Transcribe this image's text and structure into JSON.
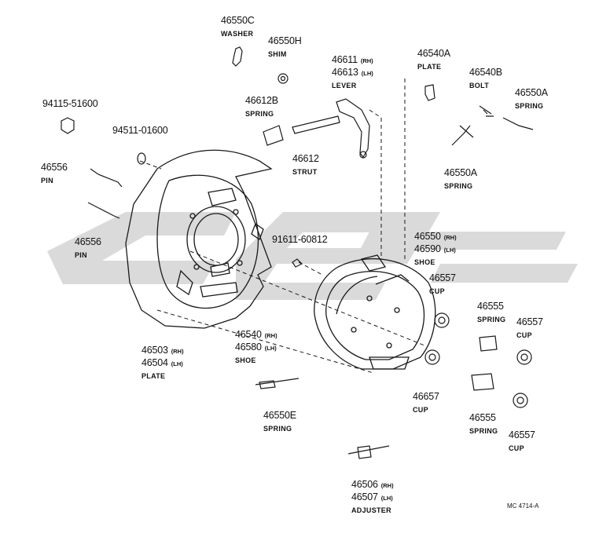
{
  "watermark": "CE",
  "ref_code": "MC 4714-A",
  "callouts": [
    {
      "id": "c1",
      "lines": [
        {
          "num": "46550C"
        },
        {
          "cap": "WASHER"
        }
      ]
    },
    {
      "id": "c2",
      "lines": [
        {
          "num": "46550H"
        },
        {
          "cap": "SHIM"
        }
      ]
    },
    {
      "id": "c3",
      "lines": [
        {
          "num": "46611",
          "tag": "(RH)"
        },
        {
          "num": "46613",
          "tag": "(LH)"
        },
        {
          "cap": "LEVER"
        }
      ]
    },
    {
      "id": "c4",
      "lines": [
        {
          "num": "46540A"
        },
        {
          "cap": "PLATE"
        }
      ]
    },
    {
      "id": "c5",
      "lines": [
        {
          "num": "46540B"
        },
        {
          "cap": "BOLT"
        }
      ]
    },
    {
      "id": "c6",
      "lines": [
        {
          "num": "46550A"
        },
        {
          "cap": "SPRING"
        }
      ]
    },
    {
      "id": "c7",
      "lines": [
        {
          "num": "94115-51600"
        }
      ]
    },
    {
      "id": "c8",
      "lines": [
        {
          "num": "46612B"
        },
        {
          "cap": "SPRING"
        }
      ]
    },
    {
      "id": "c9",
      "lines": [
        {
          "num": "94511-01600"
        }
      ]
    },
    {
      "id": "c10",
      "lines": [
        {
          "num": "46612"
        },
        {
          "cap": "STRUT"
        }
      ]
    },
    {
      "id": "c11",
      "lines": [
        {
          "num": "46550A"
        },
        {
          "cap": "SPRING"
        }
      ]
    },
    {
      "id": "c12",
      "lines": [
        {
          "num": "46556"
        },
        {
          "cap": "PIN"
        }
      ]
    },
    {
      "id": "c13",
      "lines": [
        {
          "num": "46556"
        },
        {
          "cap": "PIN"
        }
      ]
    },
    {
      "id": "c14",
      "lines": [
        {
          "num": "91611-60812"
        }
      ]
    },
    {
      "id": "c15",
      "lines": [
        {
          "num": "46550",
          "tag": "(RH)"
        },
        {
          "num": "46590",
          "tag": "(LH)"
        },
        {
          "cap": "SHOE"
        }
      ]
    },
    {
      "id": "c16",
      "lines": [
        {
          "num": "46557"
        },
        {
          "cap": "CUP"
        }
      ]
    },
    {
      "id": "c17",
      "lines": [
        {
          "num": "46555"
        },
        {
          "cap": "SPRING"
        }
      ]
    },
    {
      "id": "c18",
      "lines": [
        {
          "num": "46557"
        },
        {
          "cap": "CUP"
        }
      ]
    },
    {
      "id": "c19",
      "lines": [
        {
          "num": "46540",
          "tag": "(RH)"
        },
        {
          "num": "46580",
          "tag": "(LH)"
        },
        {
          "cap": "SHOE"
        }
      ]
    },
    {
      "id": "c20",
      "lines": [
        {
          "num": "46503",
          "tag": "(RH)"
        },
        {
          "num": "46504",
          "tag": "(LH)"
        },
        {
          "cap": "PLATE"
        }
      ]
    },
    {
      "id": "c21",
      "lines": [
        {
          "num": "46657"
        },
        {
          "cap": "CUP"
        }
      ]
    },
    {
      "id": "c22",
      "lines": [
        {
          "num": "46550E"
        },
        {
          "cap": "SPRING"
        }
      ]
    },
    {
      "id": "c23",
      "lines": [
        {
          "num": "46555"
        },
        {
          "cap": "SPRING"
        }
      ]
    },
    {
      "id": "c24",
      "lines": [
        {
          "num": "46557"
        },
        {
          "cap": "CUP"
        }
      ]
    },
    {
      "id": "c25",
      "lines": [
        {
          "num": "46506",
          "tag": "(RH)"
        },
        {
          "num": "46507",
          "tag": "(LH)"
        },
        {
          "cap": "ADJUSTER"
        }
      ]
    }
  ]
}
